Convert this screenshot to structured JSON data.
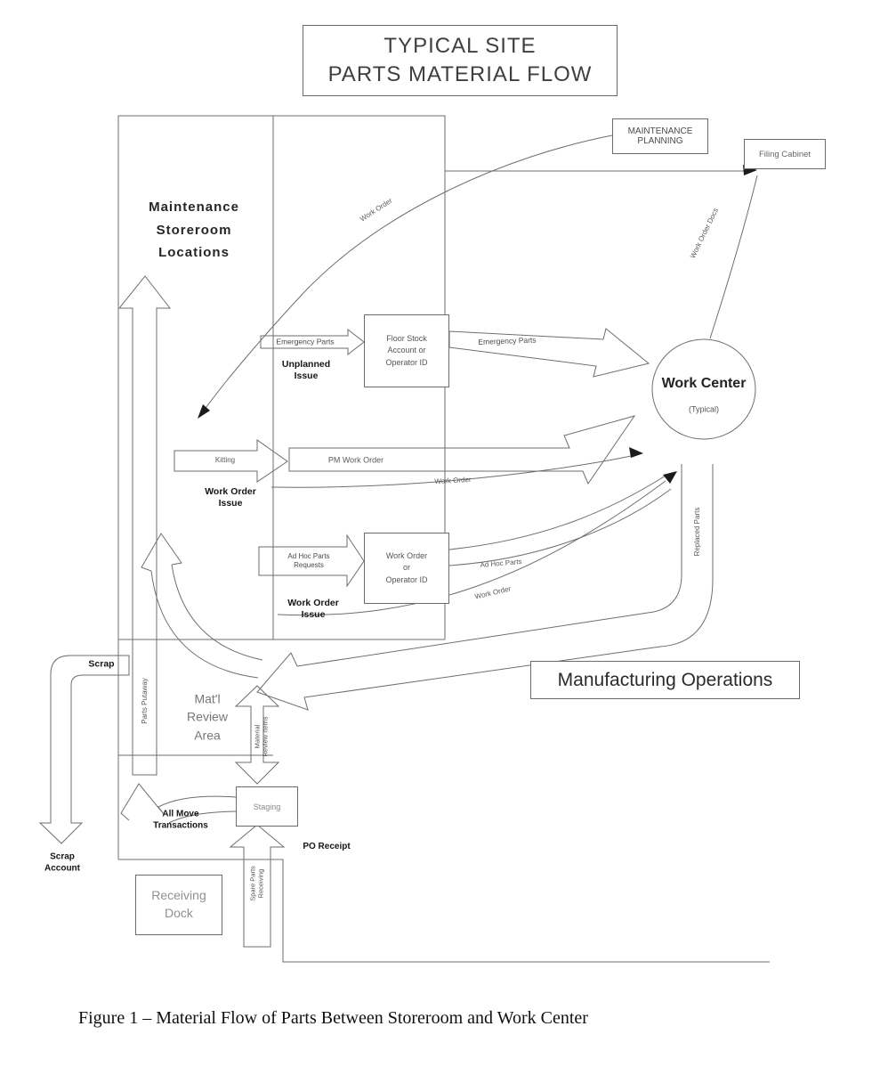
{
  "title": "TYPICAL SITE\nPARTS MATERIAL FLOW",
  "boxes": {
    "maintenance_planning": "MAINTENANCE\nPLANNING",
    "filing_cabinet": "Filing Cabinet",
    "floor_stock": "Floor Stock\nAccount or\nOperator ID",
    "work_order_operator": "Work Order\nor\nOperator ID",
    "manufacturing_operations": "Manufacturing Operations",
    "staging": "Staging",
    "receiving_dock": "Receiving\nDock"
  },
  "areas": {
    "storeroom": "Maintenance\nStoreroom\nLocations",
    "matl_review": "Mat'l\nReview\nArea",
    "work_center": "Work Center",
    "work_center_sub": "(Typical)"
  },
  "flow_labels": {
    "work_order_curve": "Work Order",
    "work_order_docs": "Work Order Docs",
    "emergency_parts_in": "Emergency Parts",
    "emergency_parts_out": "Emergency Parts",
    "unplanned_issue": "Unplanned\nIssue",
    "kitting": "Kitting",
    "pm_work_order": "PM Work Order",
    "work_order_issue_1": "Work Order\nIssue",
    "work_order_line_1": "Work Order",
    "ad_hoc_requests": "Ad Hoc Parts\nRequests",
    "ad_hoc_parts": "Ad Hoc Parts",
    "work_order_issue_2": "Work Order\nIssue",
    "work_order_line_2": "Work Order",
    "replaced_parts": "Replaced Parts",
    "scrap": "Scrap",
    "parts_putaway": "Parts Putaway",
    "material_review_items": "Material\nReview Items",
    "all_move_transactions": "All Move\nTransactions",
    "po_receipt": "PO Receipt",
    "scrap_account": "Scrap\nAccount",
    "spare_parts_receiving": "Spare Parts\nReceiving"
  },
  "caption": "Figure 1 – Material Flow of Parts Between Storeroom and Work Center"
}
